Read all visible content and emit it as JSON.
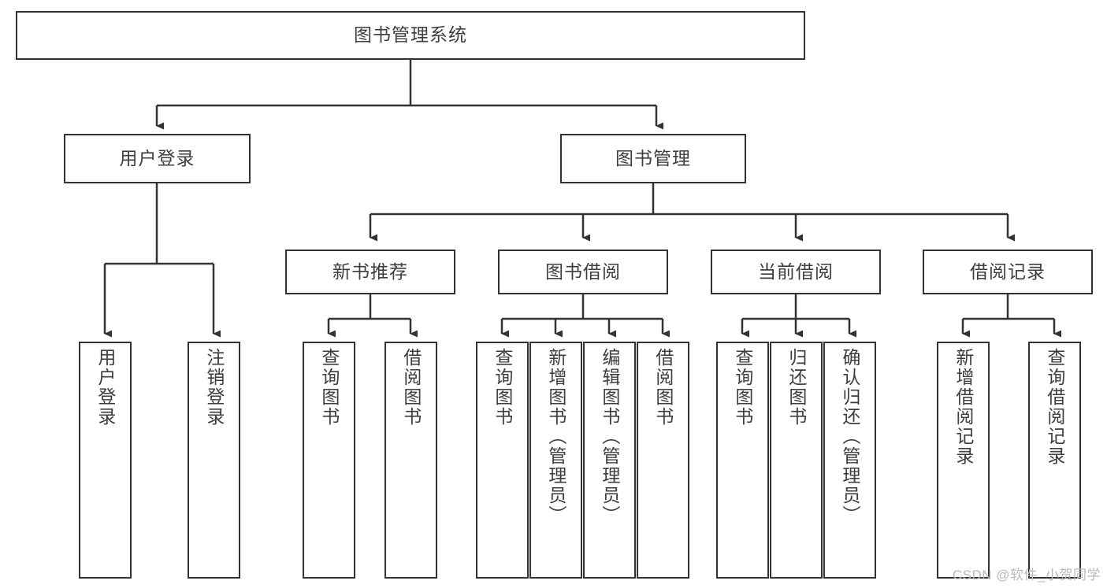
{
  "diagram": {
    "title": "图书管理系统",
    "type": "tree-hierarchy",
    "root": {
      "label": "图书管理系统"
    },
    "level2": [
      {
        "label": "用户登录"
      },
      {
        "label": "图书管理"
      }
    ],
    "level3": [
      {
        "label": "新书推荐"
      },
      {
        "label": "图书借阅"
      },
      {
        "label": "当前借阅"
      },
      {
        "label": "借阅记录"
      }
    ],
    "leaves": {
      "user_login": [
        {
          "label": "用户登录"
        },
        {
          "label": "注销登录"
        }
      ],
      "new_book_recommend": [
        {
          "label": "查询图书"
        },
        {
          "label": "借阅图书"
        }
      ],
      "book_borrow": [
        {
          "label": "查询图书"
        },
        {
          "label": "新增图书（管理员）"
        },
        {
          "label": "编辑图书（管理员）"
        },
        {
          "label": "借阅图书"
        }
      ],
      "current_borrow": [
        {
          "label": "查询图书"
        },
        {
          "label": "归还图书"
        },
        {
          "label": "确认归还（管理员）"
        }
      ],
      "borrow_record": [
        {
          "label": "新增借阅记录"
        },
        {
          "label": "查询借阅记录"
        }
      ]
    }
  },
  "watermark": {
    "text": "CSDN @软件_小贺同学"
  },
  "colors": {
    "line": "#333333",
    "text": "#3d3d3d",
    "background": "#ffffff",
    "watermark": "#b9b9b9"
  }
}
